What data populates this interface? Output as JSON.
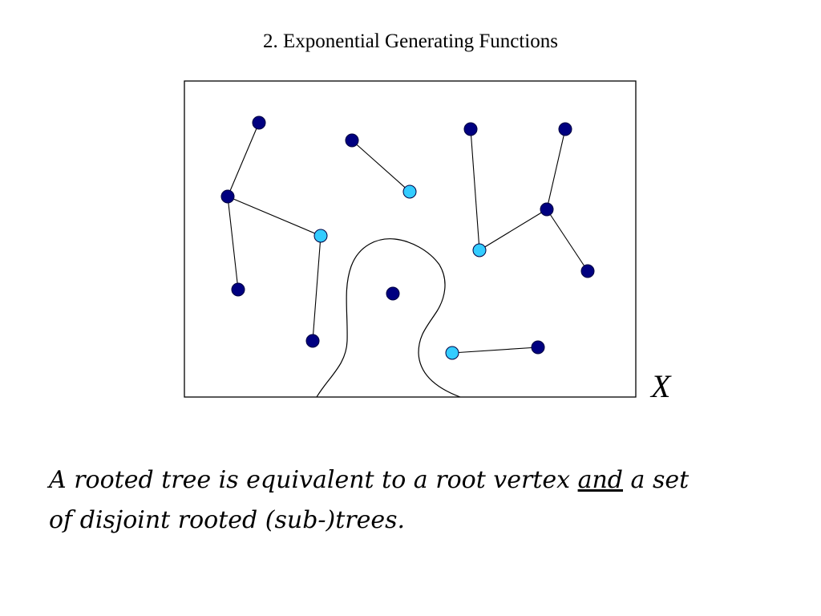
{
  "slide": {
    "title": "2.  Exponential Generating Functions",
    "set_label": "X"
  },
  "caption": {
    "part1": "A rooted tree is equivalent to a root vertex ",
    "underlined": "and",
    "part2": " a set of disjoint rooted (sub-)trees."
  },
  "colors": {
    "vertex": "#000080",
    "root_vertex": "#33ccff",
    "edge": "#000000",
    "frame": "#000000"
  },
  "graph": {
    "vertices": [
      {
        "id": "a1",
        "kind": "vertex"
      },
      {
        "id": "a2",
        "kind": "vertex"
      },
      {
        "id": "a3",
        "kind": "root"
      },
      {
        "id": "a4",
        "kind": "vertex"
      },
      {
        "id": "a5",
        "kind": "vertex"
      },
      {
        "id": "b1",
        "kind": "vertex"
      },
      {
        "id": "b2",
        "kind": "root"
      },
      {
        "id": "c1",
        "kind": "vertex"
      },
      {
        "id": "c2",
        "kind": "vertex"
      },
      {
        "id": "c3",
        "kind": "vertex"
      },
      {
        "id": "c4",
        "kind": "root"
      },
      {
        "id": "c5",
        "kind": "vertex"
      },
      {
        "id": "d1",
        "kind": "vertex"
      },
      {
        "id": "e1",
        "kind": "root"
      },
      {
        "id": "e2",
        "kind": "vertex"
      }
    ],
    "edges": [
      [
        "a1",
        "a2"
      ],
      [
        "a2",
        "a3"
      ],
      [
        "a2",
        "a4"
      ],
      [
        "a3",
        "a5"
      ],
      [
        "b1",
        "b2"
      ],
      [
        "c1",
        "c4"
      ],
      [
        "c2",
        "c3"
      ],
      [
        "c3",
        "c4"
      ],
      [
        "c3",
        "c5"
      ],
      [
        "e1",
        "e2"
      ]
    ]
  }
}
